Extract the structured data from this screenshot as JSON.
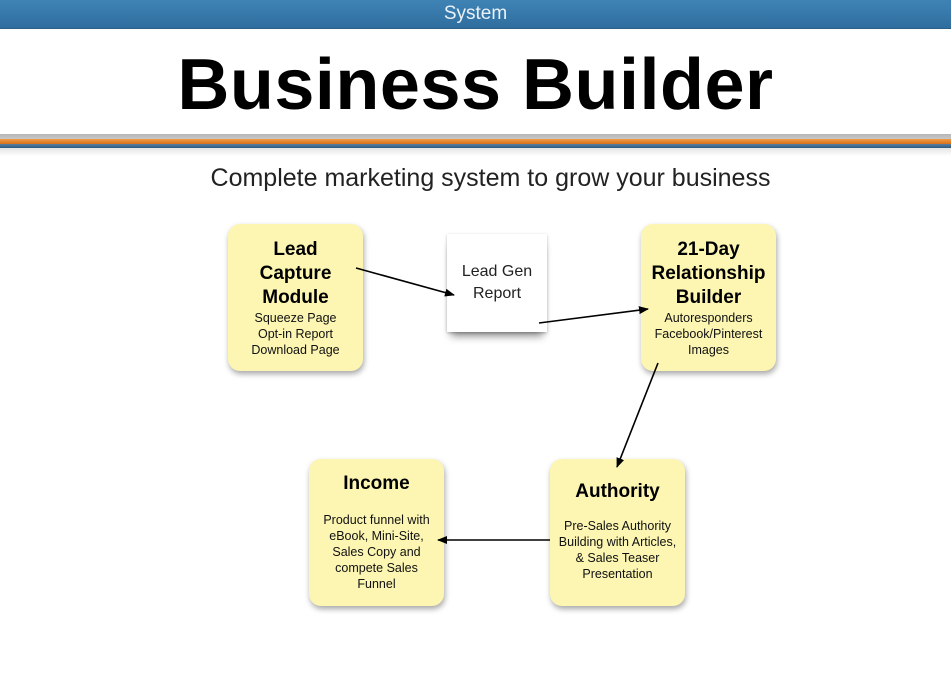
{
  "header": {
    "section": "System"
  },
  "title": "Business Builder",
  "subtitle": "Complete marketing system to grow your business",
  "nodes": {
    "lead_capture": {
      "title": [
        "Lead",
        "Capture",
        "Module"
      ],
      "lines": [
        "Squeeze Page",
        "Opt-in Report",
        "Download Page"
      ]
    },
    "report": {
      "lines": [
        "Lead Gen",
        "Report"
      ]
    },
    "relationship": {
      "title": [
        "21-Day",
        "Relationship",
        "Builder"
      ],
      "lines": [
        "Autoresponders",
        "Facebook/Pinterest",
        "Images"
      ]
    },
    "authority": {
      "title": [
        "Authority"
      ],
      "lines": [
        "Pre-Sales Authority",
        "Building with Articles,",
        "& Sales Teaser",
        "Presentation"
      ]
    },
    "income": {
      "title": [
        "Income"
      ],
      "lines": [
        "Product funnel with",
        "eBook, Mini-Site,",
        "Sales Copy and",
        "compete Sales",
        "Funnel"
      ]
    }
  },
  "colors": {
    "header_bar": "#3a7db0",
    "box_fill": "#fcf6b2",
    "rule_orange": "#e8842f",
    "rule_blue": "#3b6a90"
  }
}
